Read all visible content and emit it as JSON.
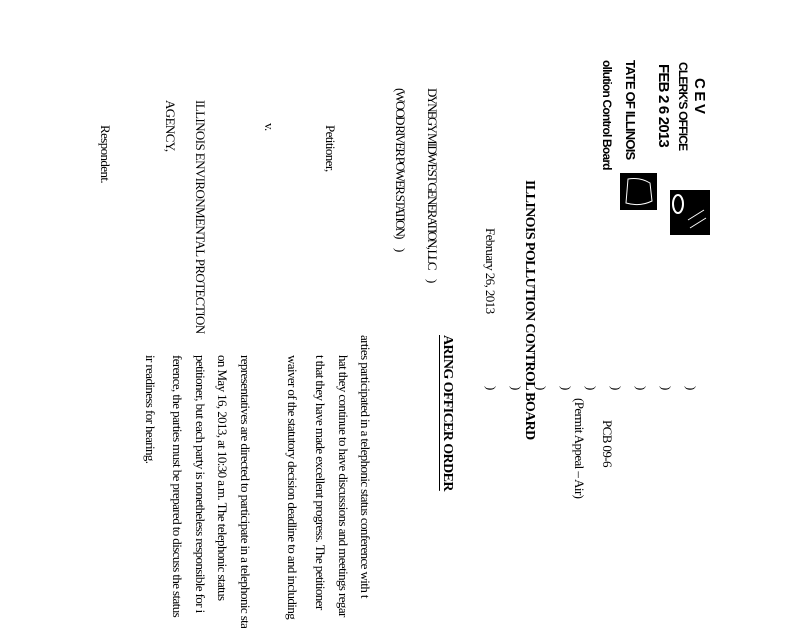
{
  "stamp": {
    "received": "C E V",
    "clerks_office": "CLERK'S OFFICE",
    "date": "FEB 2 6 2013",
    "state": "TATE OF ILLINOIS",
    "board": "ollution Control Board"
  },
  "header": {
    "agency": "ILLINOIS POLLUTION CONTROL BOARD",
    "date": "February 26, 2013"
  },
  "caption": {
    "petitioner_name": "DYNEGY MIDWEST GENERATION, LLC",
    "petitioner_sub": "(WOOD RIVER POWER STATION)",
    "petitioner_label": "Petitioner,",
    "versus": "v.",
    "respondent_name": "ILLINOIS ENVIRONMENTAL PROTECTION",
    "respondent_name2": "AGENCY,",
    "respondent_label": "Respondent.",
    "paren": ")",
    "case_number": "PCB 09-6",
    "case_type": "(Permit Appeal – Air)"
  },
  "order": {
    "title": "ARING OFFICER ORDER",
    "para1": [
      "arties participated in a telephonic status conference with t",
      "hat they continue to have discussions and meetings regar",
      "t that they have made excellent progress.  The petitioner",
      "waiver of the statutory decision deadline to and including"
    ],
    "para2": [
      "representatives are directed to participate in a telephonic sta",
      "on May 16, 2013, at 10:30 a.m.  The telephonic status",
      "petitioner, but each party is nonetheless responsible for i",
      "ference, the parties must be prepared to discuss the status",
      "ir readiness for hearing."
    ]
  }
}
